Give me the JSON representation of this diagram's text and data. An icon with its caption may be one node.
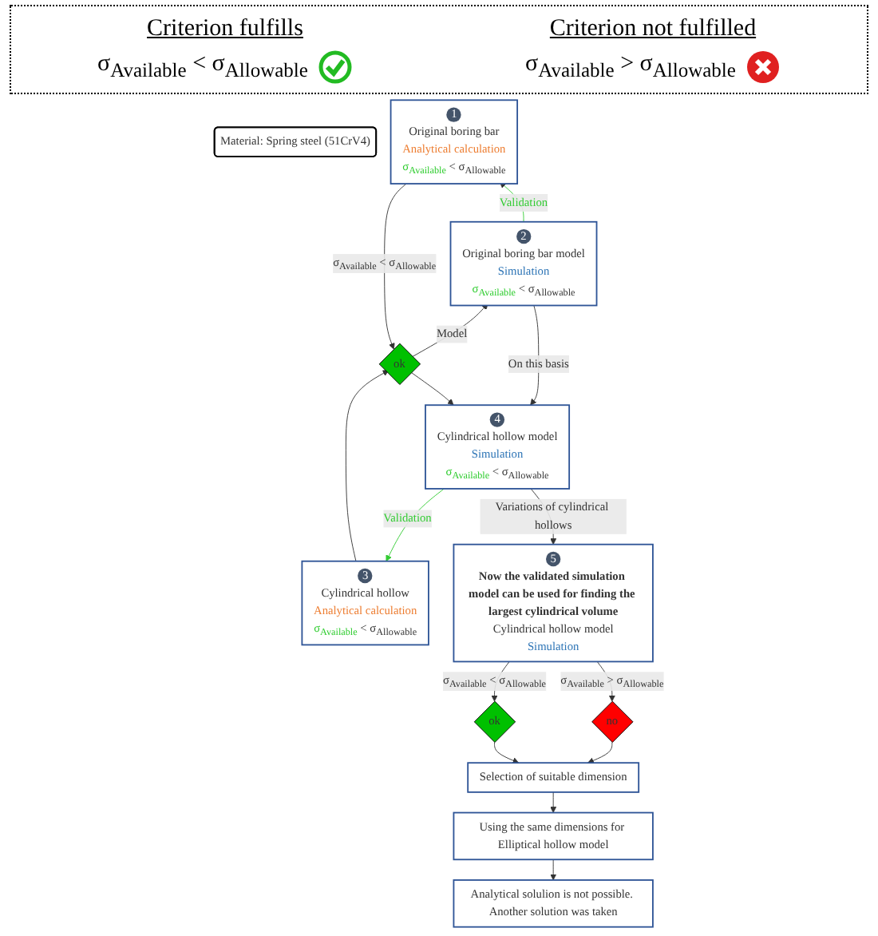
{
  "diagram": {
    "nodes": [
      {
        "text": [
          "Material: Spring steel (51CrV4)"
        ]
      },
      {
        "text": [
          "1",
          "Original boring bar",
          "Analytical calculation",
          "σ$_{Available}$ < σ$_{Allowable}$"
        ]
      },
      {
        "text": [
          "2",
          "Original boring bar model",
          "Simulation",
          "σ$_{Available}$ < σ$_{Allowable}$"
        ]
      },
      {
        "text": [
          "ok"
        ]
      },
      {
        "text": [
          "3",
          "Cylindrical hollow",
          "Analytical calculation",
          "σ$_{Available}$ < σ$_{Allowable}$"
        ]
      },
      {
        "text": [
          "4",
          "Cylindrical hollow model",
          "Simulation",
          "σ$_{Available}$ < σ$_{Allowable}$"
        ]
      },
      {
        "text": [
          "5",
          "Now the validated simulation model can be used for finding the largest cylindrical volume",
          "Cylindrical hollow model",
          "Simulation"
        ]
      },
      {
        "text": [
          "ok"
        ]
      },
      {
        "text": [
          "no"
        ]
      },
      {
        "text": [
          "Selection of suitable dimension"
        ]
      },
      {
        "text": [
          "Using the same dimensions for Elliptical hollow model"
        ]
      },
      {
        "text": [
          "Analytical solulion is not possible. Another solution was taken"
        ]
      }
    ],
    "edges": [
      {
        "from": 1,
        "to": 3,
        "arrow": "to",
        "label": "σ$_{Available}$ < σ$_{Allowable}$"
      },
      {
        "from": 4,
        "to": 3,
        "arrow": "to"
      },
      {
        "from": 3,
        "to": 2,
        "arrow": "to",
        "label": "Model"
      },
      {
        "from": 3,
        "to": 5,
        "arrow": "to"
      },
      {
        "from": 2,
        "to": 1,
        "arrow": "to",
        "label": "Validation",
        "color": "#33cc33"
      },
      {
        "from": 2,
        "to": 5,
        "arrow": "to",
        "label": "On this basis"
      },
      {
        "from": 5,
        "to": 4,
        "arrow": "to",
        "label": "Validation",
        "color": "#33cc33"
      },
      {
        "from": 5,
        "to": 6,
        "arrow": "to",
        "label": "Variations of cylindrical hollows"
      },
      {
        "from": 6,
        "to": 7,
        "arrow": "to",
        "label": "σ$_{Available}$ < σ$_{Allowable}$"
      },
      {
        "from": 6,
        "to": 8,
        "arrow": "to",
        "label": "σ$_{Available}$ > σ$_{Allowable}$"
      },
      {
        "from": 7,
        "to": 9,
        "arrow": "to"
      },
      {
        "from": 8,
        "to": 9,
        "arrow": "to"
      },
      {
        "from": 9,
        "to": 10,
        "arrow": "to"
      },
      {
        "from": 10,
        "to": 11,
        "arrow": "to"
      }
    ],
    "labels": [
      "Criterion fulfills",
      "σ$_{Available}$ < σ$_{Allowable}$",
      "Criterion not fulfilled",
      "σ$_{Available}$ > σ$_{Allowable}$"
    ]
  }
}
